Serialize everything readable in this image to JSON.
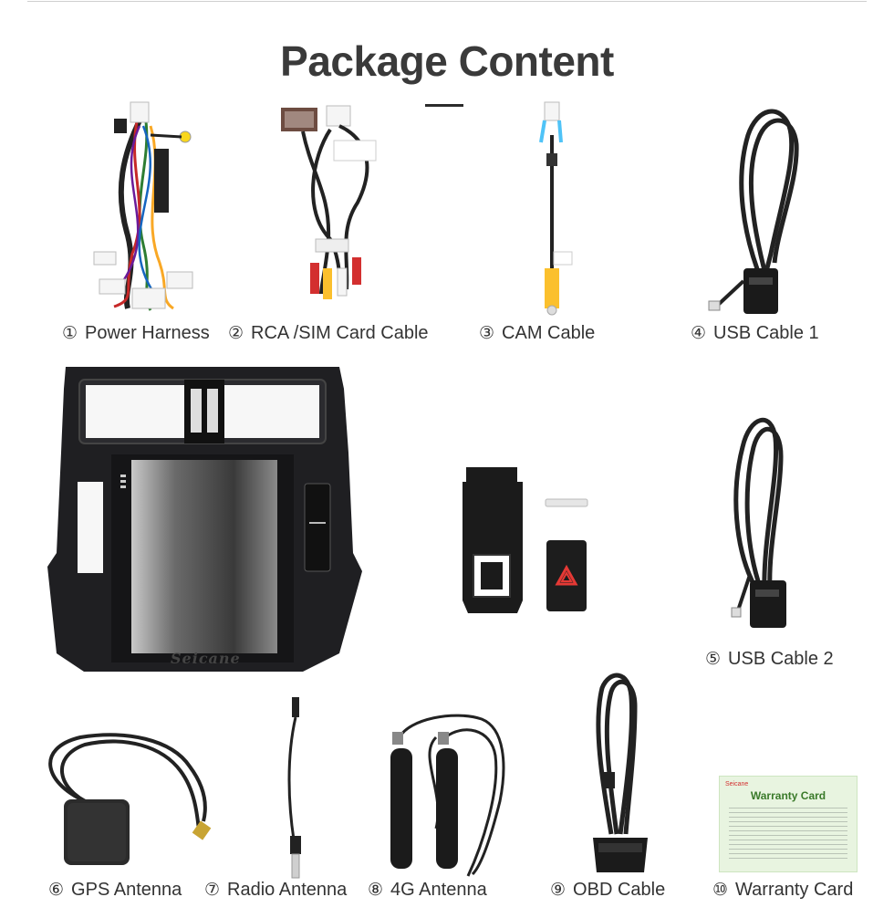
{
  "header": {
    "title": "Package Content"
  },
  "items": [
    {
      "num": "①",
      "label": "Power Harness"
    },
    {
      "num": "②",
      "label": "RCA /SIM Card Cable"
    },
    {
      "num": "③",
      "label": "CAM Cable"
    },
    {
      "num": "④",
      "label": "USB Cable 1"
    },
    {
      "num": "⑤",
      "label": "USB Cable 2"
    },
    {
      "num": "⑥",
      "label": "GPS Antenna"
    },
    {
      "num": "⑦",
      "label": "Radio Antenna"
    },
    {
      "num": "⑧",
      "label": "4G Antenna"
    },
    {
      "num": "⑨",
      "label": "OBD Cable"
    },
    {
      "num": "⑩",
      "label": "Warranty Card"
    }
  ],
  "stereo": {
    "screen_brand": "Seicane"
  },
  "warranty_card": {
    "brand": "Seicane",
    "title": "Warranty Card"
  },
  "colors": {
    "title": "#3a3a3a",
    "label": "#333333",
    "card_bg": "#e8f4e0",
    "card_title": "#3a7a2a",
    "hazard_red": "#e53935"
  }
}
